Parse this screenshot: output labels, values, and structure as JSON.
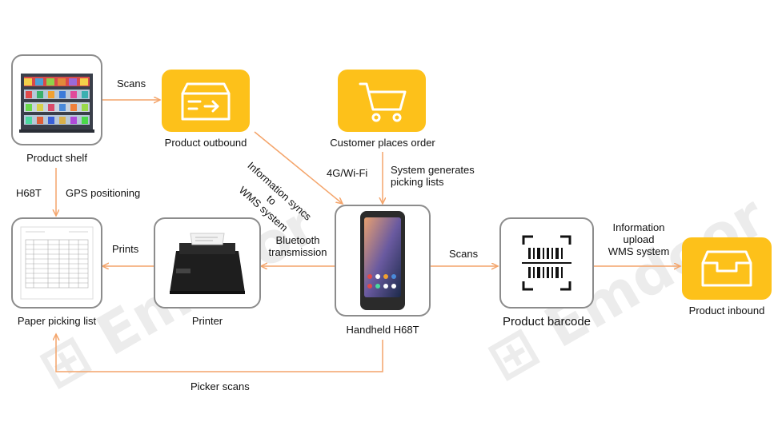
{
  "nodes": {
    "product_shelf": "Product shelf",
    "product_outbound": "Product outbound",
    "customer_order": "Customer places order",
    "paper_list": "Paper picking list",
    "printer": "Printer",
    "handheld": "Handheld H68T",
    "product_barcode": "Product barcode",
    "product_inbound": "Product inbound"
  },
  "edges": {
    "scans_top": "Scans",
    "info_sync": [
      "Information syncs",
      "to",
      "WMS system"
    ],
    "wifi": "4G/Wi-Fi",
    "system_generates": [
      "System generates",
      "picking lists"
    ],
    "h68t": "H68T",
    "gps": "GPS positioning",
    "prints": "Prints",
    "bluetooth": [
      "Bluetooth",
      "transmission"
    ],
    "scans_mid": "Scans",
    "info_upload": [
      "Information",
      "upload",
      "WMS system"
    ],
    "picker_scans": "Picker scans"
  },
  "colors": {
    "accent": "#fdc11a",
    "arrow": "#f4a46a",
    "border": "#8c8c8c"
  }
}
